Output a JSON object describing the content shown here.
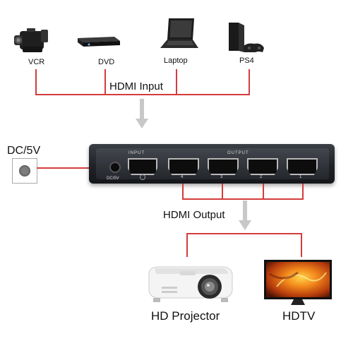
{
  "sources": {
    "vcr": "VCR",
    "dvd": "DVD",
    "laptop": "Laptop",
    "ps4": "PS4"
  },
  "input_label": "HDMI Input",
  "power_label": "DC/5V",
  "device": {
    "input_text": "INPUT",
    "output_text": "OUTPUT",
    "dc_text": "DC/5V",
    "port_numbers": [
      "4",
      "3",
      "2",
      "1"
    ]
  },
  "output_label": "HDMI Output",
  "destinations": {
    "projector": "HD Projector",
    "tv": "HDTV"
  },
  "colors": {
    "wire": "#d43c3c",
    "arrow": "#c8c8c8",
    "device_body": "#2a2d33"
  },
  "icons": [
    "camcorder-icon",
    "dvd-player-icon",
    "laptop-icon",
    "game-console-icon",
    "power-adapter-icon",
    "projector-icon",
    "tv-icon"
  ]
}
